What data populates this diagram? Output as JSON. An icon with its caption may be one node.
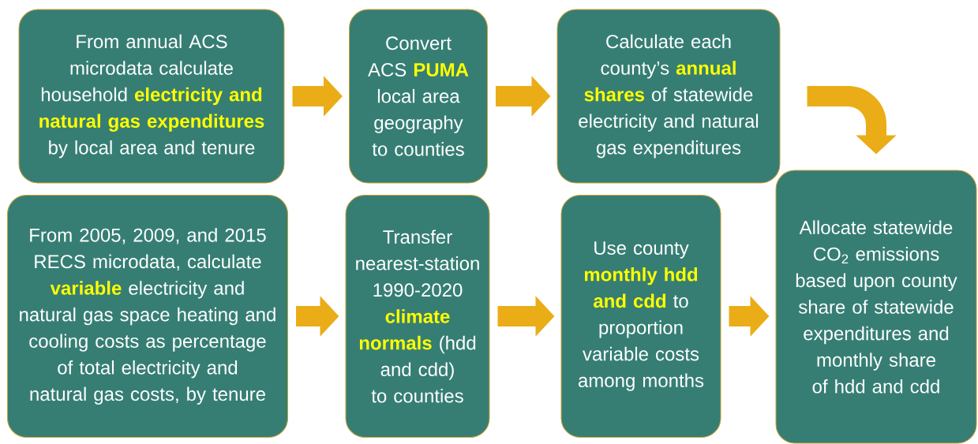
{
  "diagram": {
    "nodes": [
      {
        "text": [
          "From annual ACS microdata calculate household **electricity and natural gas expenditures** by local area and tenure"
        ]
      },
      {
        "text": [
          "Convert ACS **PUMA** local area geography to counties"
        ]
      },
      {
        "text": [
          "Calculate each county’s **annual shares** of statewide electricity and natural gas expenditures"
        ]
      },
      {
        "text": [
          "From 2005, 2009, and 2015 RECS microdata, calculate **variable** electricity and natural gas space heating and cooling costs as percentage of total electricity and natural gas costs, by tenure"
        ]
      },
      {
        "text": [
          "Transfer nearest-station 1990-2020 **climate normals** (hdd and cdd) to counties"
        ]
      },
      {
        "text": [
          "Use county **monthly hdd and cdd** to proportion variable costs among months"
        ]
      },
      {
        "text": [
          "Allocate statewide CO$_{2}$ emissions based upon county share of statewide expenditures and monthly share of hdd and cdd"
        ]
      }
    ],
    "edges": [
      {
        "from": 0,
        "to": 1,
        "arrow": "to"
      },
      {
        "from": 1,
        "to": 2,
        "arrow": "to"
      },
      {
        "from": 2,
        "to": 6,
        "arrow": "to"
      },
      {
        "from": 3,
        "to": 4,
        "arrow": "to"
      },
      {
        "from": 4,
        "to": 5,
        "arrow": "to"
      },
      {
        "from": 5,
        "to": 6,
        "arrow": "to"
      }
    ]
  }
}
